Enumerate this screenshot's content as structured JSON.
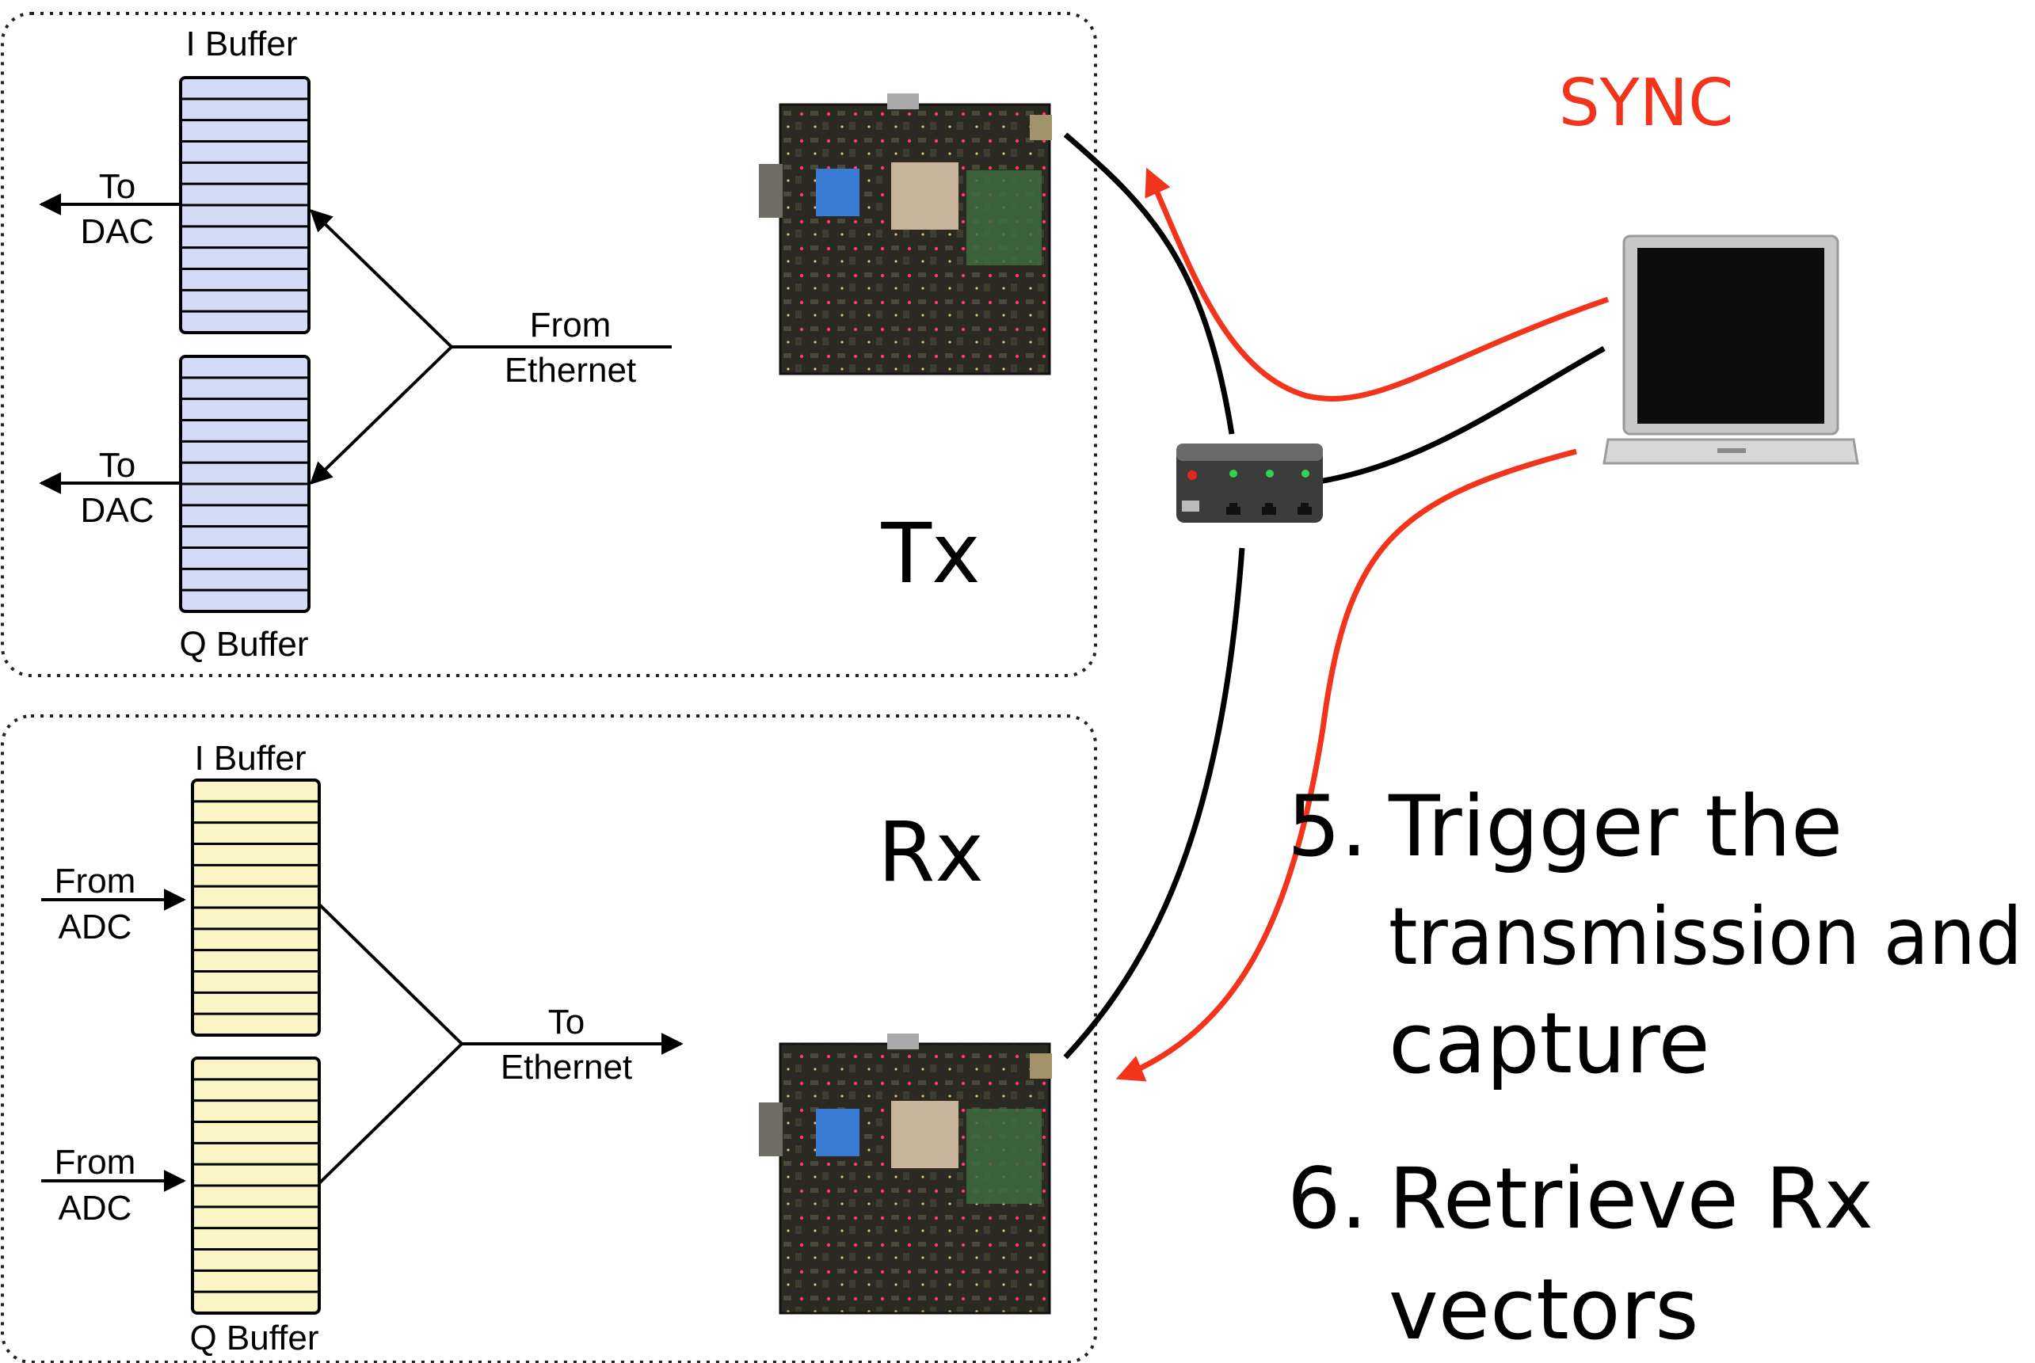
{
  "tx_panel": {
    "title": "Tx",
    "i_buffer_label": "I Buffer",
    "q_buffer_label": "Q Buffer",
    "out_top": [
      "To",
      "DAC"
    ],
    "out_bottom": [
      "To",
      "DAC"
    ],
    "source": [
      "From",
      "Ethernet"
    ],
    "buffer_color": "#d3dbf6"
  },
  "rx_panel": {
    "title": "Rx",
    "i_buffer_label": "I Buffer",
    "q_buffer_label": "Q Buffer",
    "in_top": [
      "From",
      "ADC"
    ],
    "in_bottom": [
      "From",
      "ADC"
    ],
    "dest": [
      "To",
      "Ethernet"
    ],
    "buffer_color": "#fbf5c5"
  },
  "sync_label": "SYNC",
  "colors": {
    "sync": "#f3341d",
    "cable": "#000000",
    "board": "#2b2a22",
    "laptop": "#c8c8c8"
  },
  "steps": [
    {
      "number": "5.",
      "lines": [
        "Trigger the",
        "transmission and",
        "capture"
      ]
    },
    {
      "number": "6.",
      "lines": [
        "Retrieve Rx",
        "vectors"
      ]
    }
  ]
}
